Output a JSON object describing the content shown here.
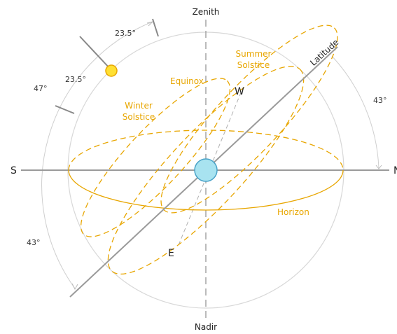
{
  "labels": {
    "zenith": "Zenith",
    "nadir": "Nadir",
    "south": "S",
    "north": "N",
    "west": "W",
    "east": "E",
    "latitude": "Latitude",
    "equinox": "Equinox",
    "summer_solstice_line1": "Summer",
    "summer_solstice_line2": "Solstice",
    "winter_solstice_line1": "Winter",
    "winter_solstice_line2": "Solstice",
    "horizon": "Horizon"
  },
  "angles": {
    "top_tilt": "23.5°",
    "upper_tilt": "23.5°",
    "left_arc": "47°",
    "right_arc": "43°",
    "lower_left_arc": "43°"
  },
  "colors": {
    "orange": "#e8a600",
    "dark_line": "#888888",
    "earth": "#a8e3f0",
    "earth_stroke": "#4aa3c8",
    "sun": "#ffe033",
    "sun_stroke": "#e8a600"
  }
}
